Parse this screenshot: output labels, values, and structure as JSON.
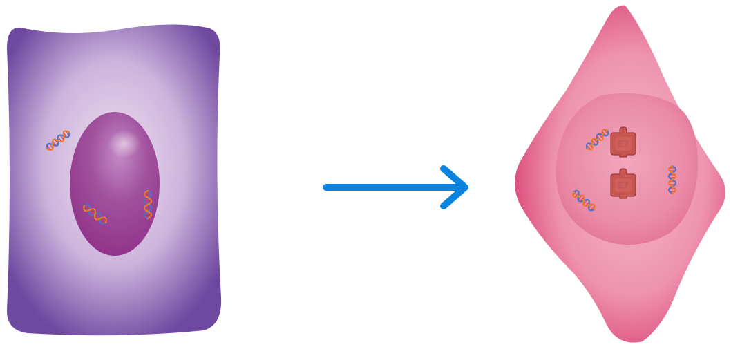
{
  "colors": {
    "normal_cell_edge": "#6f48a0",
    "normal_cell_center": "#efe2f1",
    "normal_nucleus_dark": "#8e2c86",
    "normal_nucleus_light": "#c58bc6",
    "cancer_cell_edge": "#d83f72",
    "cancer_cell_center": "#f4bccc",
    "cancer_nucleus": "#e27396",
    "protein_fill": "#c6564f",
    "protein_stroke": "#9e3b36",
    "arrow": "#0a84e0",
    "dna_blue": "#3b78d8",
    "dna_orange": "#e8802c",
    "dna_red": "#d9484a"
  },
  "icons": {
    "normal_cell": "normal-cell",
    "cancer_cell": "cancer-cell",
    "arrow": "right-arrow",
    "dna": "dna-helix",
    "protein": "e7-protein"
  },
  "proteins": [
    {
      "label": "E7"
    },
    {
      "label": "E7"
    }
  ]
}
